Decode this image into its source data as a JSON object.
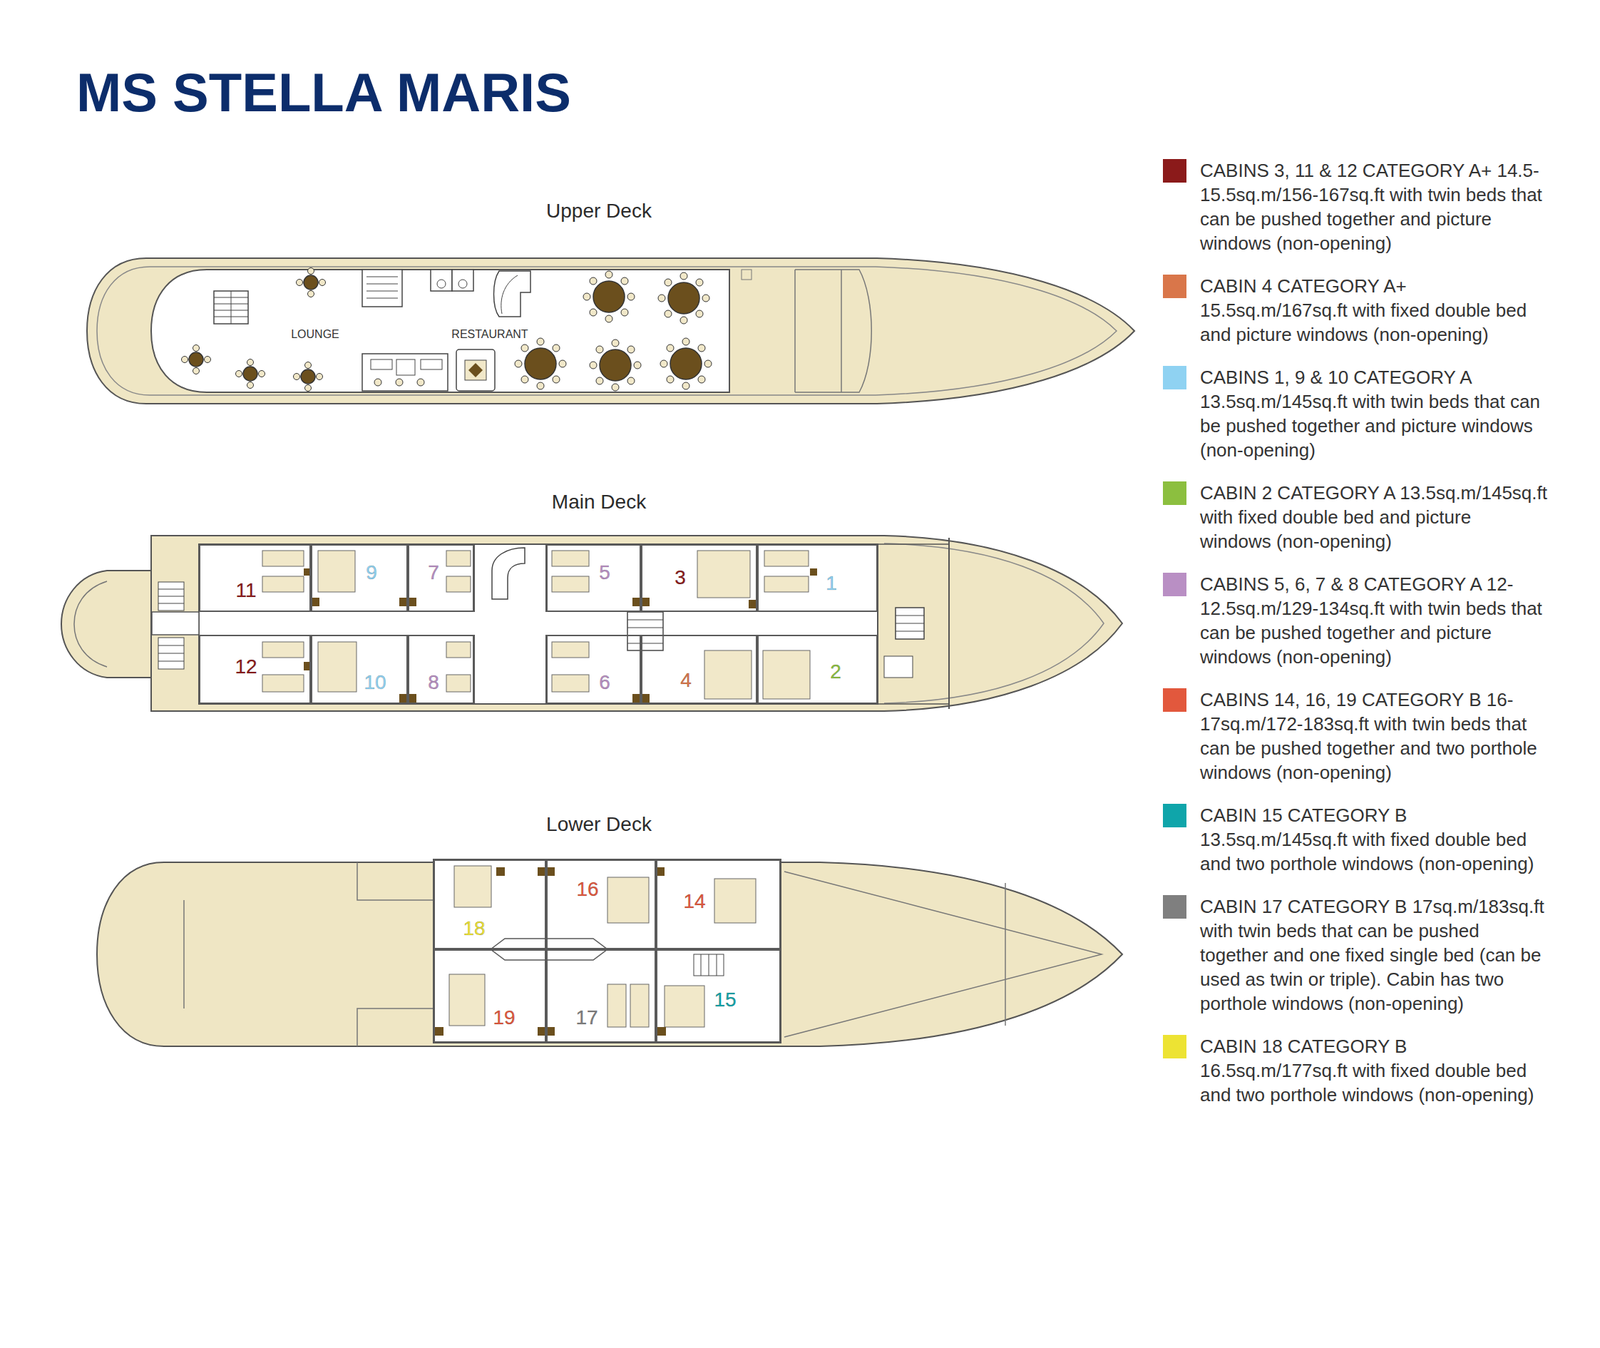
{
  "diagram": {
    "title": "MS STELLA MARIS",
    "nodes": [
      {
        "text": [
          "Upper Deck"
        ]
      },
      {
        "text": [
          "Main Deck"
        ]
      },
      {
        "text": [
          "11"
        ],
        "in": 1
      },
      {
        "text": [
          "9"
        ],
        "in": 1
      },
      {
        "text": [
          "7"
        ],
        "in": 1
      },
      {
        "text": [
          "5"
        ],
        "in": 1
      },
      {
        "text": [
          "3"
        ],
        "in": 1
      },
      {
        "text": [
          "1"
        ],
        "in": 1
      },
      {
        "text": [
          "12"
        ],
        "in": 1
      },
      {
        "text": [
          "10"
        ],
        "in": 1
      },
      {
        "text": [
          "8"
        ],
        "in": 1
      },
      {
        "text": [
          "6"
        ],
        "in": 1
      },
      {
        "text": [
          "4"
        ],
        "in": 1
      },
      {
        "text": [
          "2"
        ],
        "in": 1
      },
      {
        "text": [
          "Lower Deck"
        ]
      },
      {
        "text": [
          "18"
        ],
        "in": 14
      },
      {
        "text": [
          "16"
        ],
        "in": 14
      },
      {
        "text": [
          "14"
        ],
        "in": 14
      },
      {
        "text": [
          "19"
        ],
        "in": 14
      },
      {
        "text": [
          "17"
        ],
        "in": 14
      },
      {
        "text": [
          "15"
        ],
        "in": 14
      }
    ],
    "labels": [
      "LOUNGE",
      "RESTAURANT"
    ],
    "legend": [
      {
        "text": "CABINS 3, 11 & 12 CATEGORY A+ 14.5-15.5sq.m/156-167sq.ft with twin beds that can be pushed together and picture windows (non-opening)",
        "color": "#8b1a1a"
      },
      {
        "text": "CABIN 4 CATEGORY A+ 15.5sq.m/167sq.ft with fixed double bed and picture windows (non-opening)",
        "color": "#d9764a"
      },
      {
        "text": "CABINS 1, 9 & 10 CATEGORY A 13.5sq.m/145sq.ft with twin beds that can be pushed together and picture windows (non-opening)",
        "color": "#8fd2f2"
      },
      {
        "text": "CABIN 2 CATEGORY A 13.5sq.m/145sq.ft with fixed double bed and picture windows (non-opening)",
        "color": "#8cbf3f"
      },
      {
        "text": "CABINS 5, 6, 7 & 8 CATEGORY A 12-12.5sq.m/129-134sq.ft with twin beds that can be pushed together and picture windows (non-opening)",
        "color": "#b98fc4"
      },
      {
        "text": "CABINS 14, 16, 19 CATEGORY B 16-17sq.m/172-183sq.ft with twin beds that can be pushed together and two porthole windows (non-opening)",
        "color": "#e2583d"
      },
      {
        "text": "CABIN 15 CATEGORY B 13.5sq.m/145sq.ft with fixed double bed and two porthole windows (non-opening)",
        "color": "#0fa5aa"
      },
      {
        "text": "CABIN 17 CATEGORY B 17sq.m/183sq.ft with twin beds that can be pushed together and one fixed single bed (can be used as twin or triple). Cabin has two porthole windows (non-opening)",
        "color": "#7f7f7f"
      },
      {
        "text": "CABIN 18 CATEGORY B 16.5sq.m/177sq.ft with fixed double bed and two porthole windows (non-opening)",
        "color": "#ede333"
      }
    ]
  }
}
